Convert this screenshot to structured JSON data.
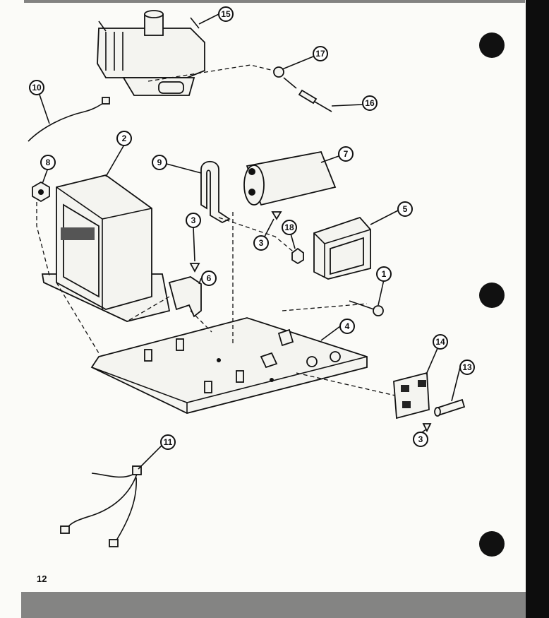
{
  "page": {
    "number": "12"
  },
  "callouts": [
    {
      "id": "c15",
      "label": "15"
    },
    {
      "id": "c17",
      "label": "17"
    },
    {
      "id": "c16",
      "label": "16"
    },
    {
      "id": "c10",
      "label": "10"
    },
    {
      "id": "c2",
      "label": "2"
    },
    {
      "id": "c8",
      "label": "8"
    },
    {
      "id": "c9",
      "label": "9"
    },
    {
      "id": "c7",
      "label": "7"
    },
    {
      "id": "c5",
      "label": "5"
    },
    {
      "id": "c3a",
      "label": "3"
    },
    {
      "id": "c3b",
      "label": "3"
    },
    {
      "id": "c18",
      "label": "18"
    },
    {
      "id": "c6",
      "label": "6"
    },
    {
      "id": "c1",
      "label": "1"
    },
    {
      "id": "c4",
      "label": "4"
    },
    {
      "id": "c14",
      "label": "14"
    },
    {
      "id": "c13",
      "label": "13"
    },
    {
      "id": "c3c",
      "label": "3"
    },
    {
      "id": "c11",
      "label": "11"
    }
  ]
}
